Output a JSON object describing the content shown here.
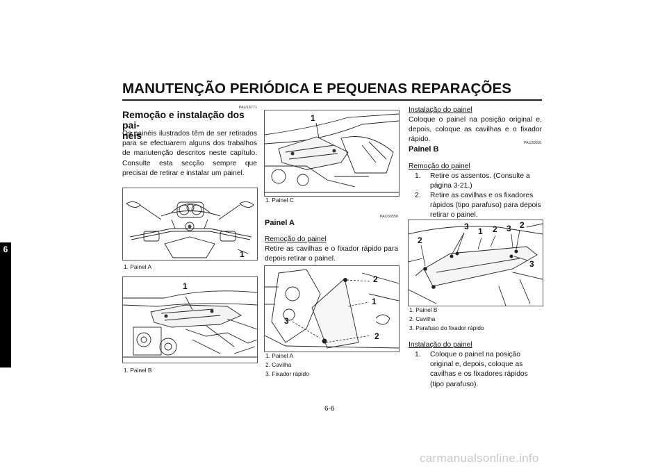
{
  "header": {
    "title": "MANUTENÇÃO PERIÓDICA E PEQUENAS REPARAÇÕES"
  },
  "side_tab": {
    "number": "6"
  },
  "col1": {
    "code": "PAU18771",
    "heading": "Remoção e instalação dos painéis",
    "heading_line1": "Remoção e instalação dos pai-",
    "heading_line2": "néis",
    "body": "Os painéis ilustrados têm de ser retirados para se efectuarem alguns dos trabalhos de manutenção descritos neste capítulo. Consulte esta secção sempre que precisar de retirar e instalar um painel.",
    "fig1": {
      "callout": "1",
      "caption": "1. Painel A"
    },
    "fig2": {
      "callout": "1",
      "caption": "1. Painel B"
    }
  },
  "col2": {
    "fig3": {
      "callout": "1",
      "caption": "1. Painel C"
    },
    "code": "PAU39550",
    "heading": "Painel A",
    "subheading": "Remoção do painel",
    "body": "Retire as cavilhas e o fixador rápido para depois retirar o painel.",
    "fig4": {
      "callouts": [
        "2",
        "1",
        "3",
        "2"
      ],
      "captions": [
        "1. Painel A",
        "2. Cavilha",
        "3. Fixador rápido"
      ]
    }
  },
  "col3": {
    "install_heading": "Instalação do painel",
    "install_body": "Coloque o painel na posição original e, depois, coloque as cavilhas e o fixador rápido.",
    "code": "PAU39591",
    "heading": "Painel B",
    "subheading": "Remoção do painel",
    "steps": [
      {
        "n": "1.",
        "text": "Retire os assentos. (Consulte a página 3-21.)"
      },
      {
        "n": "2.",
        "text": "Retire as cavilhas e os fixadores rápidos (tipo parafuso) para depois retirar o painel."
      }
    ],
    "fig5": {
      "callouts": [
        "3",
        "1",
        "2",
        "3",
        "2",
        "2",
        "3"
      ],
      "captions": [
        "1. Painel B",
        "2. Cavilha",
        "3. Parafuso do fixador rápido"
      ]
    },
    "install2_heading": "Instalação do painel",
    "install2_steps": [
      {
        "n": "1.",
        "text": "Coloque o painel na posição original e, depois, coloque as cavilhas e os fixadores rápidos (tipo parafuso)."
      }
    ]
  },
  "footer": {
    "page": "6-6",
    "watermark": "carmanualsonline.info"
  }
}
